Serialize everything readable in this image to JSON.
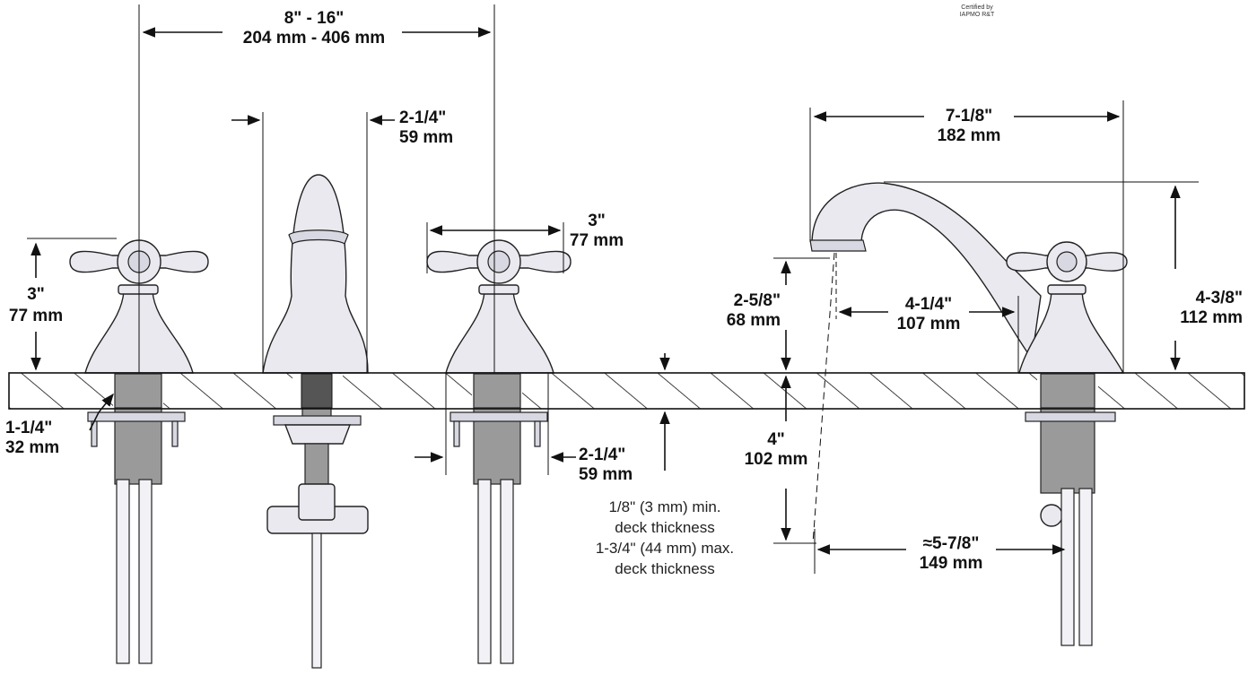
{
  "certification": {
    "line1": "Certified by",
    "line2": "IAPMO R&T"
  },
  "dimensions": {
    "spread_in": "8\" - 16\"",
    "spread_mm": "204 mm - 406 mm",
    "spout_base_in": "2-1/4\"",
    "spout_base_mm": "59 mm",
    "handle_width_in": "3\"",
    "handle_width_mm": "77 mm",
    "handle_height_in": "3\"",
    "handle_height_mm": "77 mm",
    "hole_dia_in": "1-1/4\"",
    "hole_dia_mm": "32 mm",
    "base_dia_in": "2-1/4\"",
    "base_dia_mm": "59 mm",
    "spout_length_in": "7-1/8\"",
    "spout_length_mm": "182 mm",
    "spout_reach_in": "4-1/4\"",
    "spout_reach_mm": "107 mm",
    "spout_clearance_in": "2-5/8\"",
    "spout_clearance_mm": "68 mm",
    "spout_height_in": "4-3/8\"",
    "spout_height_mm": "112 mm",
    "below_deck_in": "4\"",
    "below_deck_mm": "102 mm",
    "offset_in": "≈5-7/8\"",
    "offset_mm": "149 mm"
  },
  "deck_note": {
    "line1": "1/8\" (3 mm) min.",
    "line2": "deck thickness",
    "line3": "1-3/4\" (44 mm) max.",
    "line4": "deck thickness"
  }
}
